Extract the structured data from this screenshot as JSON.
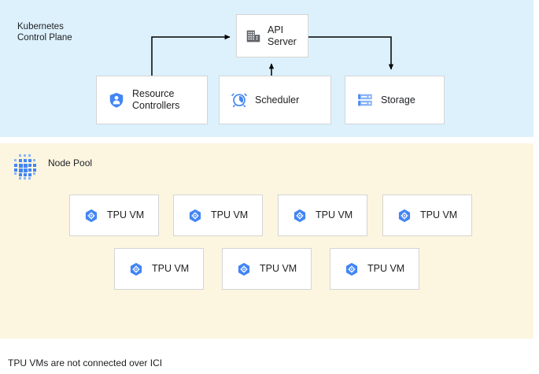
{
  "diagram": {
    "caption": "TPU VMs are not connected over ICI",
    "colors": {
      "control_plane_bg": "#ddf1fd",
      "node_pool_bg": "#fcf5e0",
      "box_bg": "#ffffff",
      "box_border": "#d4d4d4",
      "accent_blue": "#4285f4",
      "icon_gray": "#5f6368",
      "text": "#202124",
      "arrow": "#000000"
    }
  },
  "control_plane": {
    "title": "Kubernetes\nControl Plane",
    "boxes": [
      {
        "id": "api-server",
        "label": "API\nServer",
        "icon": "building-icon"
      },
      {
        "id": "resource-controllers",
        "label": "Resource\nControllers",
        "icon": "shield-person-icon"
      },
      {
        "id": "scheduler",
        "label": "Scheduler",
        "icon": "alarm-clock-icon"
      },
      {
        "id": "storage",
        "label": "Storage",
        "icon": "server-rack-icon"
      }
    ],
    "arrows": [
      {
        "from": "resource-controllers",
        "to": "api-server",
        "direction": "right"
      },
      {
        "from": "scheduler",
        "to": "api-server",
        "direction": "up"
      },
      {
        "from": "api-server",
        "to": "storage",
        "direction": "down"
      }
    ]
  },
  "node_pool": {
    "title": "Node Pool",
    "icon": "cluster-dots-icon",
    "rows": [
      {
        "vms": [
          {
            "label": "TPU VM",
            "icon": "tpu-hexagon-icon"
          },
          {
            "label": "TPU VM",
            "icon": "tpu-hexagon-icon"
          },
          {
            "label": "TPU VM",
            "icon": "tpu-hexagon-icon"
          },
          {
            "label": "TPU VM",
            "icon": "tpu-hexagon-icon"
          }
        ]
      },
      {
        "vms": [
          {
            "label": "TPU VM",
            "icon": "tpu-hexagon-icon"
          },
          {
            "label": "TPU VM",
            "icon": "tpu-hexagon-icon"
          },
          {
            "label": "TPU VM",
            "icon": "tpu-hexagon-icon"
          }
        ]
      }
    ]
  }
}
